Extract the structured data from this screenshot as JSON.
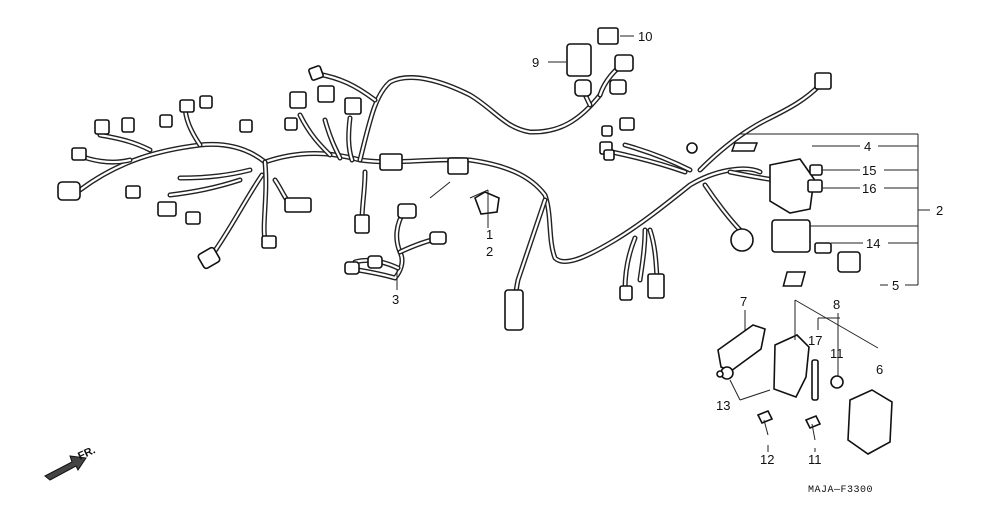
{
  "diagram": {
    "drawing_code": "MAJA—F3300",
    "front_marker": "FR.",
    "callouts": [
      {
        "id": "c1",
        "label": "1"
      },
      {
        "id": "c2a",
        "label": "2"
      },
      {
        "id": "c2b",
        "label": "2"
      },
      {
        "id": "c3",
        "label": "3"
      },
      {
        "id": "c4",
        "label": "4"
      },
      {
        "id": "c5",
        "label": "5"
      },
      {
        "id": "c6",
        "label": "6"
      },
      {
        "id": "c7",
        "label": "7"
      },
      {
        "id": "c8",
        "label": "8"
      },
      {
        "id": "c9",
        "label": "9"
      },
      {
        "id": "c10",
        "label": "10"
      },
      {
        "id": "c11a",
        "label": "11"
      },
      {
        "id": "c11b",
        "label": "11"
      },
      {
        "id": "c12",
        "label": "12"
      },
      {
        "id": "c13",
        "label": "13"
      },
      {
        "id": "c14",
        "label": "14"
      },
      {
        "id": "c15",
        "label": "15"
      },
      {
        "id": "c16",
        "label": "16"
      },
      {
        "id": "c17",
        "label": "17"
      }
    ]
  }
}
